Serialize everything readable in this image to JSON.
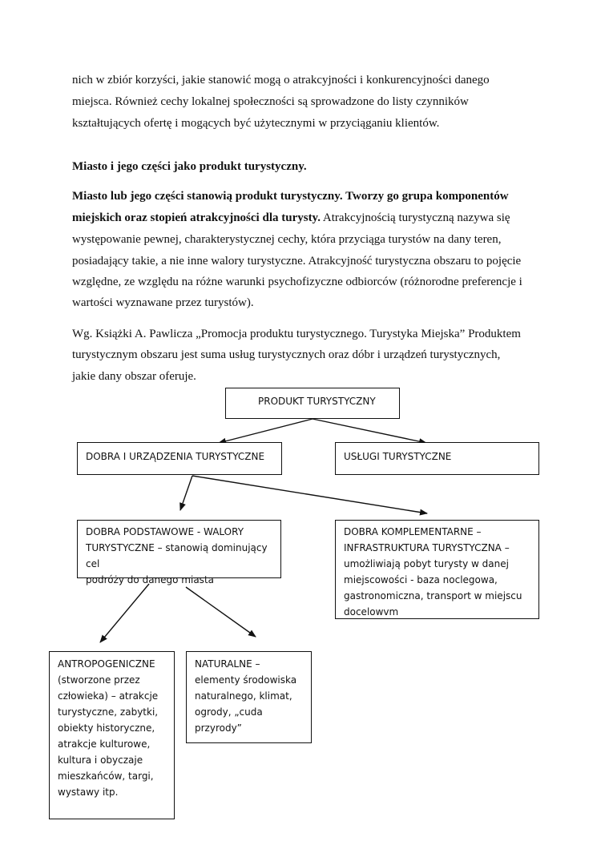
{
  "paragraph1": {
    "line1": "nich w zbiór korzyści, jakie stanowić mogą o atrakcyjności i konkurencyjności danego",
    "line2": "miejsca. Również cechy lokalnej społeczności są sprowadzone do listy czynników",
    "line3": "kształtujących ofertę i mogących być użytecznymi w przyciąganiu klientów."
  },
  "heading": "Miasto i jego części jako produkt turystyczny.",
  "paragraph2": {
    "line1": "Miasto lub jego części stanowią produkt turystyczny. Tworzy go grupa komponentów",
    "line2_bold": "miejskich oraz stopień atrakcyjności dla turysty.",
    "line2_rest": " Atrakcyjnością turystyczną nazywa się",
    "line3": "występowanie pewnej, charakterystycznej cechy, która przyciąga turystów na dany teren,",
    "line4": "posiadający takie, a nie inne walory turystyczne. Atrakcyjność turystyczna obszaru to pojęcie",
    "line5": "względne, ze względu na różne warunki psychofizyczne odbiorców (różnorodne preferencje i",
    "line6": "wartości wyznawane przez turystów)."
  },
  "paragraph3": {
    "line1": "Wg. Książki A. Pawlicza „Promocja produktu turystycznego. Turystyka Miejska” Produktem",
    "line2": "turystycznym obszaru jest suma usług turystycznych oraz dóbr i urządzeń turystycznych,",
    "line3": "jakie dany obszar oferuje."
  },
  "diagram": {
    "root": "PRODUKT TURYSTYCZNY",
    "goods": "DOBRA I URZĄDZENIA TURYSTYCZNE",
    "services": "USŁUGI TURYSTYCZNE",
    "basic": "DOBRA PODSTAWOWE - WALORY\nTURYSTYCZNE – stanowią dominujący cel\npodróży do danego miasta",
    "complementary": "DOBRA KOMPLEMENTARNE –\nINFRASTRUKTURA TURYSTYCZNA –\numożliwiają pobyt turysty w danej\nmiejscowości - baza noclegowa,\ngastronomiczna, transport w miejscu\ndocelowvm",
    "anthropogenic": "ANTROPOGENICZNE\n(stworzone przez\nczłowieka) – atrakcje\nturystyczne, zabytki,\nobiekty historyczne,\natrakcje kulturowe,\nkultura i obyczaje\nmieszkańców, targi,\nwystawy itp.",
    "natural": "NATURALNE –\nelementy środowiska\nnaturalnego, klimat,\nogrody, „cuda\nprzyrody”"
  }
}
